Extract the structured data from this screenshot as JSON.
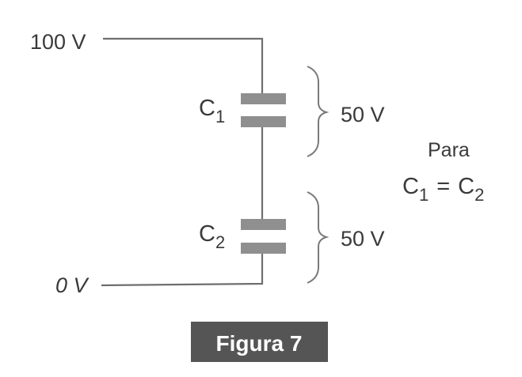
{
  "labels": {
    "top_voltage": "100 V",
    "bottom_voltage": "0 V",
    "c1_letter": "C",
    "c1_sub": "1",
    "c2_letter": "C",
    "c2_sub": "2",
    "c1_voltage": "50 V",
    "c2_voltage": "50 V",
    "condition_line1": "Para",
    "condition_c1_letter": "C",
    "condition_c1_sub": "1",
    "condition_equals": "=",
    "condition_c2_letter": "C",
    "condition_c2_sub": "2"
  },
  "caption": "Figura 7"
}
